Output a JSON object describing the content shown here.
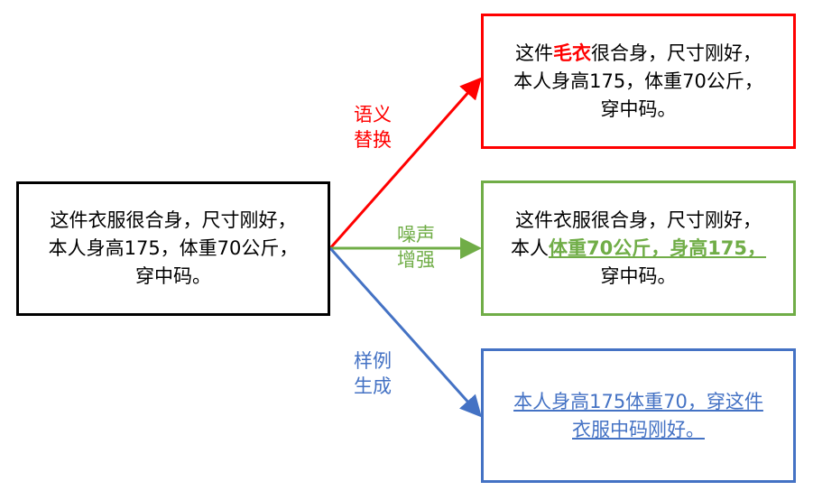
{
  "source": {
    "lines": [
      "这件衣服很合身，尺寸刚好，",
      "本人身高175，体重70公斤，",
      "穿中码。"
    ]
  },
  "semantic_replacement": {
    "label_lines": [
      "语义",
      "替换"
    ],
    "color": "#ff0000",
    "line1_pre": "这件",
    "line1_highlight": "毛衣",
    "line1_post": "很合身，尺寸刚好，",
    "line2": "本人身高175，体重70公斤，",
    "line3": "穿中码。"
  },
  "noise_augmentation": {
    "label_lines": [
      "噪声",
      "增强"
    ],
    "color": "#70ad47",
    "line1": "这件衣服很合身，尺寸刚好，",
    "line2_pre": "本人",
    "line2_highlight": "体重70公斤，身高175，",
    "line3": "穿中码。"
  },
  "example_generation": {
    "label_lines": [
      "样例",
      "生成"
    ],
    "color": "#4472c4",
    "line1": "本人身高175体重70，穿这件",
    "line2": "衣服中码刚好。"
  }
}
